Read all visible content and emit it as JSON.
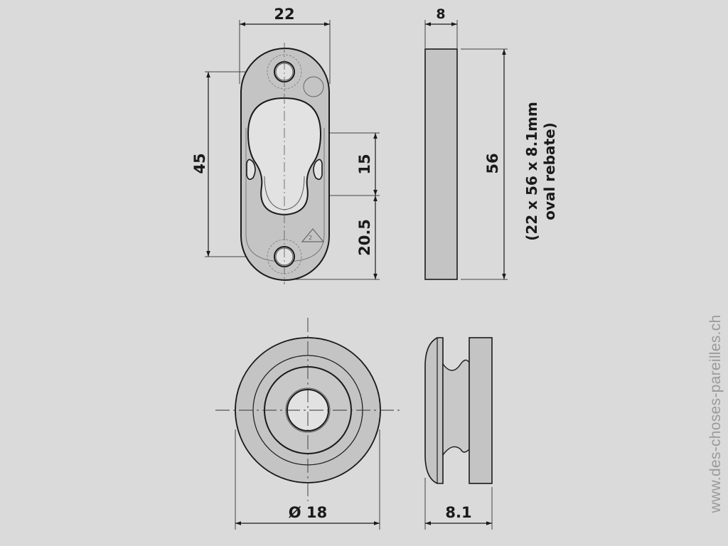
{
  "drawing": {
    "front_view": {
      "width_label": "22",
      "hole_spacing_label": "45",
      "upper_slot_label": "15",
      "lower_offset_label": "20.5"
    },
    "side_view": {
      "thickness_label": "8",
      "height_label": "56",
      "rebate_note_line1": "(22 x 56 x 8.1mm",
      "rebate_note_line2": "oval rebate)"
    },
    "rosette_front": {
      "diameter_label": "Ø 18"
    },
    "rosette_side": {
      "thickness_label": "8.1"
    }
  },
  "colors": {
    "background": "#dadada",
    "part_fill": "#c4c4c4",
    "part_fill_light": "#cfcfcf",
    "line": "#1a1a1a",
    "watermark": "#9a9a9a"
  },
  "watermark": {
    "text": "www.des-choses-pareilles.ch"
  }
}
